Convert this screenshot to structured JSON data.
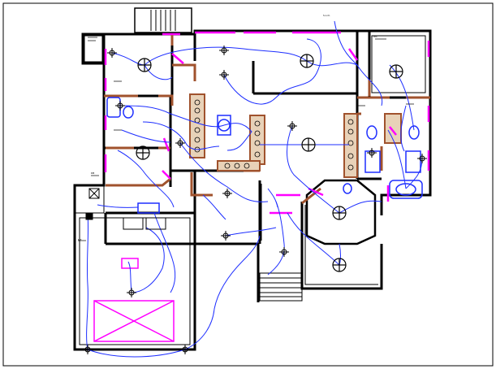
{
  "drawing": {
    "labels": {
      "panel_tag": "PL.1",
      "outlet_tag": "S.L.D.",
      "meter_tag": "MT",
      "db_tag": "DB",
      "wc_tag": "WC"
    },
    "colors": {
      "background": "#ffffff",
      "wall": "#000000",
      "wood": "#a0522d",
      "wiring": "#1e2fff",
      "window": "#ff00ff",
      "fixture": "#000000"
    }
  }
}
